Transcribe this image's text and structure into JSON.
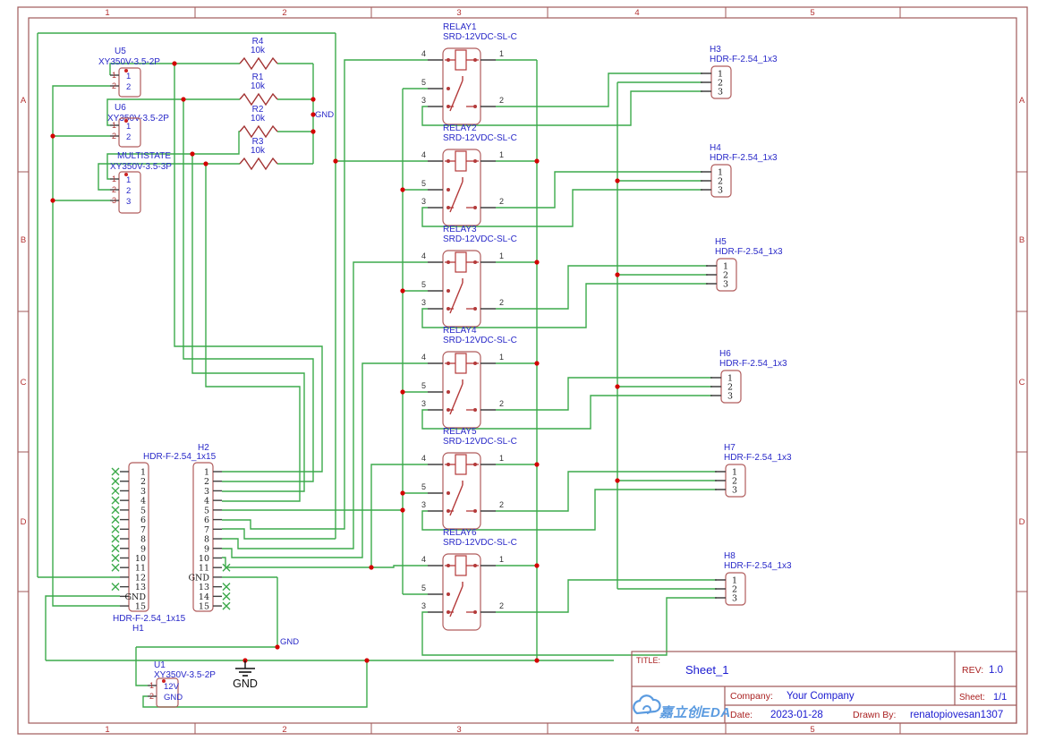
{
  "border": {
    "columns": [
      "1",
      "2",
      "3",
      "4",
      "5"
    ],
    "rows": [
      "A",
      "B",
      "C",
      "D"
    ]
  },
  "net_labels": {
    "gnd_resistors": "GND",
    "gnd_bottom": "GND",
    "gnd_symbol": "GND"
  },
  "components": {
    "u5": {
      "ref": "U5",
      "part": "XY350V-3.5-2P",
      "pin_numbers": [
        "1",
        "2"
      ],
      "pin_names": [
        "1",
        "2"
      ]
    },
    "u6": {
      "ref": "U6",
      "part": "XY350V-3.5-2P",
      "pin_numbers": [
        "1",
        "2"
      ],
      "pin_names": [
        "1",
        "2"
      ]
    },
    "multistate": {
      "ref": "MULTISTATE",
      "part": "XY350V-3.5-3P",
      "pin_numbers": [
        "1",
        "2",
        "3"
      ],
      "pin_names": [
        "1",
        "2",
        "3"
      ]
    },
    "u1": {
      "ref": "U1",
      "part": "XY350V-3.5-2P",
      "pin_numbers": [
        "1",
        "2"
      ],
      "pin_names": [
        "12V",
        "GND"
      ]
    },
    "resistors": [
      {
        "ref": "R4",
        "value": "10k"
      },
      {
        "ref": "R1",
        "value": "10k"
      },
      {
        "ref": "R2",
        "value": "10k"
      },
      {
        "ref": "R3",
        "value": "10k"
      }
    ],
    "relays": [
      {
        "ref": "RELAY1",
        "part": "SRD-12VDC-SL-C",
        "pin_numbers": [
          "4",
          "5",
          "3",
          "1",
          "2"
        ]
      },
      {
        "ref": "RELAY2",
        "part": "SRD-12VDC-SL-C",
        "pin_numbers": [
          "4",
          "5",
          "3",
          "1",
          "2"
        ]
      },
      {
        "ref": "RELAY3",
        "part": "SRD-12VDC-SL-C",
        "pin_numbers": [
          "4",
          "5",
          "3",
          "1",
          "2"
        ]
      },
      {
        "ref": "RELAY4",
        "part": "SRD-12VDC-SL-C",
        "pin_numbers": [
          "4",
          "5",
          "3",
          "1",
          "2"
        ]
      },
      {
        "ref": "RELAY5",
        "part": "SRD-12VDC-SL-C",
        "pin_numbers": [
          "4",
          "5",
          "3",
          "1",
          "2"
        ]
      },
      {
        "ref": "RELAY6",
        "part": "SRD-12VDC-SL-C",
        "pin_numbers": [
          "4",
          "5",
          "3",
          "1",
          "2"
        ]
      }
    ],
    "headers": [
      {
        "ref": "H3",
        "part": "HDR-F-2.54_1x3",
        "pin_names": [
          "1",
          "2",
          "3"
        ]
      },
      {
        "ref": "H4",
        "part": "HDR-F-2.54_1x3",
        "pin_names": [
          "1",
          "2",
          "3"
        ]
      },
      {
        "ref": "H5",
        "part": "HDR-F-2.54_1x3",
        "pin_names": [
          "1",
          "2",
          "3"
        ]
      },
      {
        "ref": "H6",
        "part": "HDR-F-2.54_1x3",
        "pin_names": [
          "1",
          "2",
          "3"
        ]
      },
      {
        "ref": "H7",
        "part": "HDR-F-2.54_1x3",
        "pin_names": [
          "1",
          "2",
          "3"
        ]
      },
      {
        "ref": "H8",
        "part": "HDR-F-2.54_1x3",
        "pin_names": [
          "1",
          "2",
          "3"
        ]
      }
    ],
    "h1": {
      "ref": "H1",
      "part": "HDR-F-2.54_1x15",
      "pin_names": [
        "1",
        "2",
        "3",
        "4",
        "5",
        "6",
        "7",
        "8",
        "9",
        "10",
        "11",
        "12",
        "13",
        "GND",
        "15"
      ]
    },
    "h2": {
      "ref": "H2",
      "part": "HDR-F-2.54_1x15",
      "pin_names": [
        "1",
        "2",
        "3",
        "4",
        "5",
        "6",
        "7",
        "8",
        "9",
        "10",
        "11",
        "GND",
        "13",
        "14",
        "15"
      ]
    }
  },
  "title_block": {
    "title_label": "TITLE:",
    "title": "Sheet_1",
    "rev_label": "REV:",
    "rev": "1.0",
    "company_label": "Company:",
    "company": "Your Company",
    "sheet_label": "Sheet:",
    "sheet": "1/1",
    "date_label": "Date:",
    "date": "2023-01-28",
    "drawn_by_label": "Drawn By:",
    "drawn_by": "renatopiovesan1307",
    "logo_text": "嘉立创EDA"
  },
  "colors": {
    "wire": "#3caa4b",
    "component_outline": "#b05c5c",
    "component_inner": "#b43a3a",
    "frame": "#a05a5a",
    "frame_text": "#b43030",
    "junction": "#d40000",
    "pin_stub": "#3f3f3f",
    "pin_number": "#333333",
    "pin_name_black": "#1a1a1a",
    "label_blue": "#2828c8",
    "title_red": "#aa2222",
    "value_blue": "#1a1ad0",
    "logo_blue": "#5b9be0",
    "gnd_black": "#111111"
  }
}
